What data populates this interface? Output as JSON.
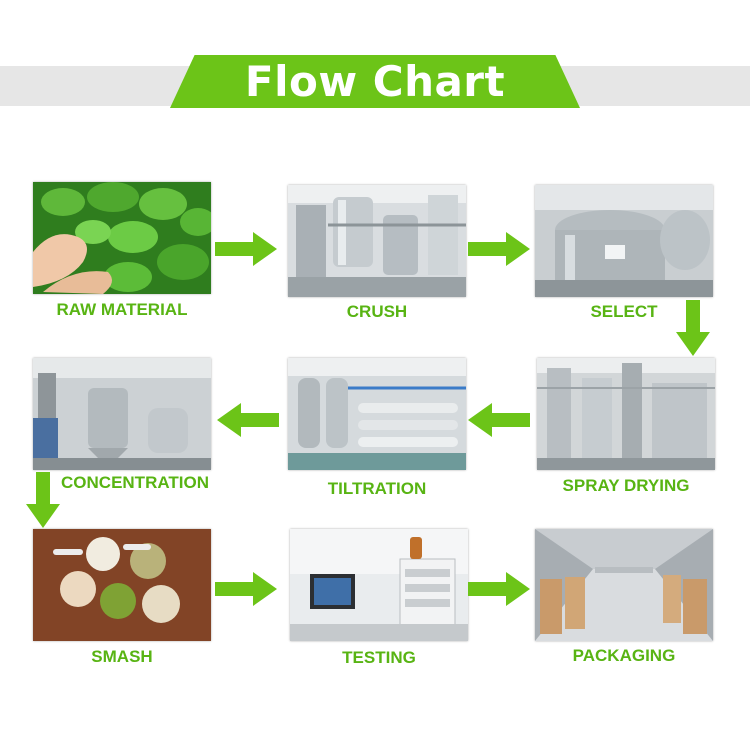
{
  "header": {
    "title": "Flow Chart"
  },
  "colors": {
    "accent": "#6cc418",
    "label": "#58b413",
    "band": "#e6e6e6"
  },
  "steps": [
    {
      "label": "RAW MATERIAL",
      "image": "mint-leaves-hands-photo"
    },
    {
      "label": "CRUSH",
      "image": "steel-crushing-machinery-photo"
    },
    {
      "label": "SELECT",
      "image": "stainless-tank-photo"
    },
    {
      "label": "SPRAY DRYING",
      "image": "spray-dryer-photo"
    },
    {
      "label": "TILTRATION",
      "image": "filtration-system-photo"
    },
    {
      "label": "CONCENTRATION",
      "image": "concentrator-equipment-photo"
    },
    {
      "label": "SMASH",
      "image": "powder-scoops-photo"
    },
    {
      "label": "TESTING",
      "image": "lab-hplc-computer-photo"
    },
    {
      "label": "PACKAGING",
      "image": "warehouse-drums-photo"
    }
  ],
  "arrows": [
    {
      "from": "RAW MATERIAL",
      "to": "CRUSH",
      "icon": "arrow-right-icon"
    },
    {
      "from": "CRUSH",
      "to": "SELECT",
      "icon": "arrow-right-icon"
    },
    {
      "from": "SELECT",
      "to": "SPRAY DRYING",
      "icon": "arrow-down-icon"
    },
    {
      "from": "SPRAY DRYING",
      "to": "TILTRATION",
      "icon": "arrow-left-icon"
    },
    {
      "from": "TILTRATION",
      "to": "CONCENTRATION",
      "icon": "arrow-left-icon"
    },
    {
      "from": "CONCENTRATION",
      "to": "SMASH",
      "icon": "arrow-down-icon"
    },
    {
      "from": "SMASH",
      "to": "TESTING",
      "icon": "arrow-right-icon"
    },
    {
      "from": "TESTING",
      "to": "PACKAGING",
      "icon": "arrow-right-icon"
    }
  ]
}
